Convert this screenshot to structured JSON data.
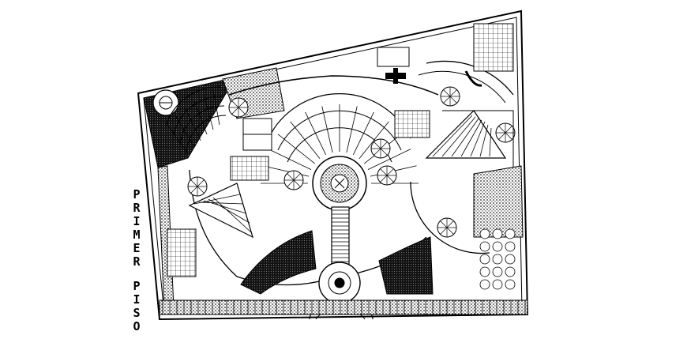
{
  "label": {
    "word1": [
      "P",
      "R",
      "I",
      "M",
      "E",
      "R"
    ],
    "word2": [
      "P",
      "I",
      "S",
      "O"
    ]
  },
  "colors": {
    "ink": "#000000",
    "paper": "#ffffff",
    "hatch_dark": "#2a2a2a",
    "hatch_mid": "#7a7a7a"
  }
}
